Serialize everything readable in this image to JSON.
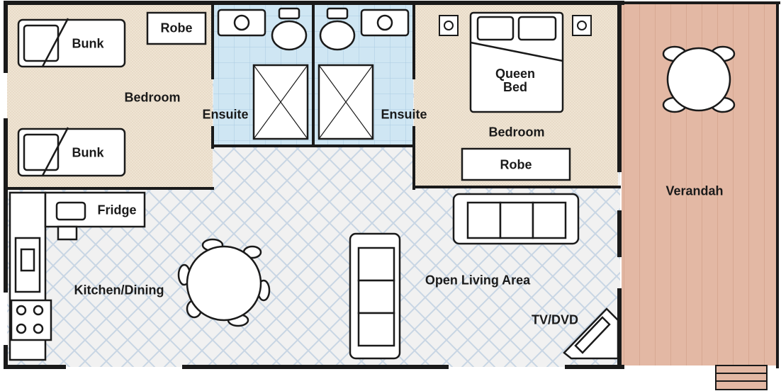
{
  "labels": {
    "bunk_top": "Bunk",
    "bunk_bottom": "Bunk",
    "robe_left": "Robe",
    "bedroom_left": "Bedroom",
    "ensuite_left": "Ensuite",
    "ensuite_right": "Ensuite",
    "queen_bed": "Queen\nBed",
    "bedroom_right": "Bedroom",
    "robe_right": "Robe",
    "verandah": "Verandah",
    "fridge": "Fridge",
    "kitchen_dining": "Kitchen/Dining",
    "open_living_area": "Open Living Area",
    "tv_dvd": "TV/DVD"
  },
  "colors": {
    "bedroom_floor": "#efe4d3",
    "ensuite_floor": "#cfe6f3",
    "living_floor": "#f1f1f1",
    "tile_lines": "#c8d6e4",
    "verandah_floor": "#e3b8a4",
    "verandah_lines": "#cf9d86",
    "wall": "#1a1a1a",
    "furniture": "#ffffff"
  }
}
